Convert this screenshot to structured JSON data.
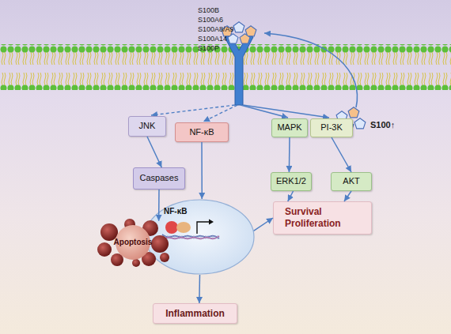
{
  "diagram": {
    "nodes": [
      {
        "text": [
          "JNK"
        ]
      },
      {
        "text": [
          "NF-κB"
        ]
      },
      {
        "text": [
          "MAPK"
        ]
      },
      {
        "text": [
          "PI-3K"
        ]
      },
      {
        "text": [
          "Caspases"
        ]
      },
      {
        "text": [
          "NF-κB"
        ]
      },
      {
        "text": [
          "ERK1/2"
        ]
      },
      {
        "text": [
          "AKT"
        ]
      },
      {
        "text": [
          "Apoptosis"
        ]
      },
      {
        "text": [
          "Survival Proliferation"
        ]
      },
      {
        "text": [
          "Inflammation"
        ]
      }
    ],
    "edges": [
      {
        "from": 0,
        "to": 4,
        "arrow": "to"
      },
      {
        "from": 4,
        "to": 8,
        "arrow": "to"
      },
      {
        "from": 1,
        "to": 5,
        "arrow": "to"
      },
      {
        "from": 5,
        "to": 9,
        "arrow": "to"
      },
      {
        "from": 5,
        "to": 10,
        "arrow": "to"
      },
      {
        "from": 2,
        "to": 6,
        "arrow": "to"
      },
      {
        "from": 3,
        "to": 7,
        "arrow": "to"
      },
      {
        "from": 6,
        "to": 9,
        "arrow": "to"
      },
      {
        "from": 7,
        "to": 9,
        "arrow": "to"
      }
    ],
    "labels": [
      "S100B",
      "S100A6",
      "S100A8/A9",
      "S100A14",
      "S100P",
      "S100↑"
    ]
  }
}
